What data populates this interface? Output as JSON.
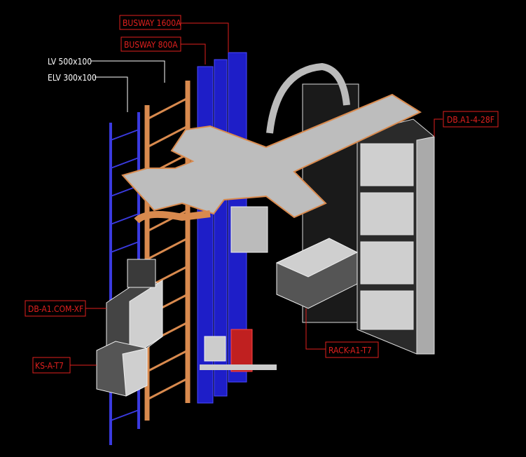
{
  "labels": {
    "busway_1600": "BUSWAY 1600A",
    "busway_800": "BUSWAY 800A",
    "lv_tray": "LV 500x100",
    "elv_tray": "ELV 300x100",
    "db_floor": "DB.A1-4-28F",
    "db_com": "DB-A1.COM-XF",
    "ks": "KS-A-T7",
    "rack": "RACK-A1-T7"
  },
  "colors": {
    "background": "#000000",
    "label": "#e0201e",
    "tray_lv": "#d98a4e",
    "tray_elv": "#3a3ae0",
    "busway": "#2a2ad8",
    "equipment": "#c8c8c8"
  }
}
